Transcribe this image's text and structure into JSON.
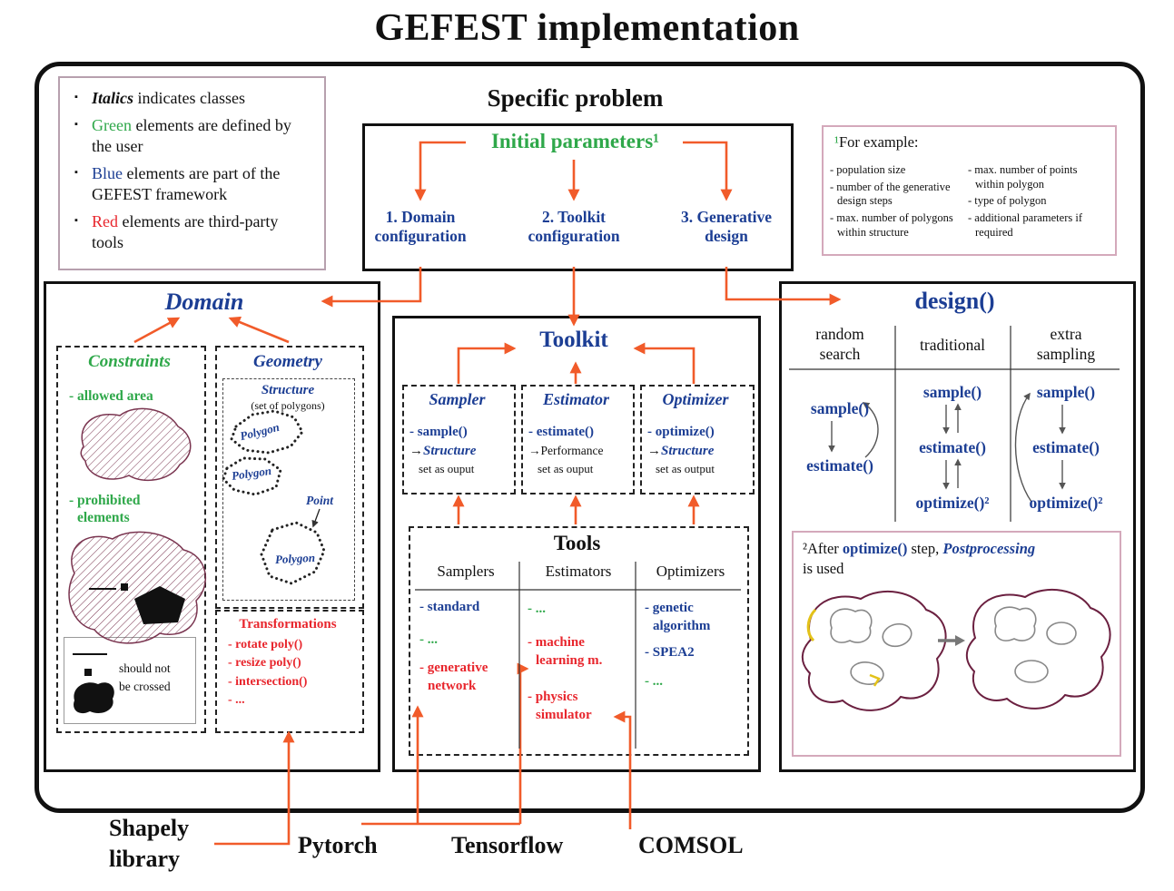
{
  "title": "GEFEST implementation",
  "colors": {
    "framework_blue": "#1c3e94",
    "user_green": "#2fa84a",
    "third_party_red": "#e8262d",
    "arrow_orange": "#f15b2a",
    "blob_maroon": "#6b2040"
  },
  "legend": {
    "bullet": "▪",
    "item1_term": "Italics",
    "item1_rest": " indicates classes",
    "item2_term": "Green",
    "item2_rest": " elements are defined by the user",
    "item3_term": "Blue",
    "item3_rest": " elements are part of the GEFEST framework",
    "item4_term": "Red",
    "item4_rest": " elements are third-party tools"
  },
  "specific_problem": {
    "heading": "Specific problem",
    "initial_parameters": "Initial parameters¹",
    "step1_line1": "1. Domain",
    "step1_line2": "configuration",
    "step2_line1": "2. Toolkit",
    "step2_line2": "configuration",
    "step3_line1": "3. Generative",
    "step3_line2": "design"
  },
  "example_note": {
    "sup": "¹",
    "heading": "For example:",
    "col1": [
      "- population size",
      "- number of the generative design steps",
      "- max. number of polygons within structure"
    ],
    "col2": [
      "- max. number of points within polygon",
      "- type of polygon",
      "- additional parameters if required"
    ]
  },
  "domain": {
    "title": "Domain",
    "constraints": {
      "title": "Constraints",
      "allowed": "- allowed area",
      "prohibited_line1": "- prohibited",
      "prohibited_line2": "elements",
      "crossed_line1": "should not",
      "crossed_line2": "be crossed"
    },
    "geometry": {
      "title": "Geometry",
      "structure": "Structure",
      "structure_sub": "(set of polygons)",
      "polygon": "Polygon",
      "point": "Point"
    },
    "transformations": {
      "title": "Transformations",
      "items": [
        "- rotate poly()",
        "- resize poly()",
        "- intersection()",
        "- ..."
      ]
    }
  },
  "toolkit": {
    "title": "Toolkit",
    "arrow": "→",
    "sampler": {
      "title": "Sampler",
      "method": "- sample()",
      "output": "Structure",
      "note": "set as ouput"
    },
    "estimator": {
      "title": "Estimator",
      "method": "- estimate()",
      "output": "Performance",
      "note": "set as ouput"
    },
    "optimizer": {
      "title": "Optimizer",
      "method": "- optimize()",
      "output": "Structure",
      "note": "set as output"
    },
    "tools": {
      "title": "Tools",
      "headers": [
        "Samplers",
        "Estimators",
        "Optimizers"
      ],
      "samplers": [
        "- standard",
        "- ...",
        "- generative network"
      ],
      "estimators": [
        "- ...",
        "- machine learning m.",
        "- physics simulator"
      ],
      "optimizers": [
        "- genetic algorithm",
        "- SPEA2",
        "- ..."
      ]
    }
  },
  "design_panel": {
    "title": "design()",
    "col1_line1": "random",
    "col1_line2": "search",
    "col2": "traditional",
    "col3_line1": "extra",
    "col3_line2": "sampling",
    "sample": "sample()",
    "estimate": "estimate()",
    "optimize": "optimize()²",
    "note_sup": "²",
    "note_a": "After ",
    "note_b": "optimize()",
    "note_c": " step, ",
    "note_d": "Postprocessing",
    "note_e": "is used"
  },
  "external_tools": {
    "shapely_line1": "Shapely",
    "shapely_line2": "library",
    "pytorch": "Pytorch",
    "tensorflow": "Tensorflow",
    "comsol": "COMSOL"
  }
}
